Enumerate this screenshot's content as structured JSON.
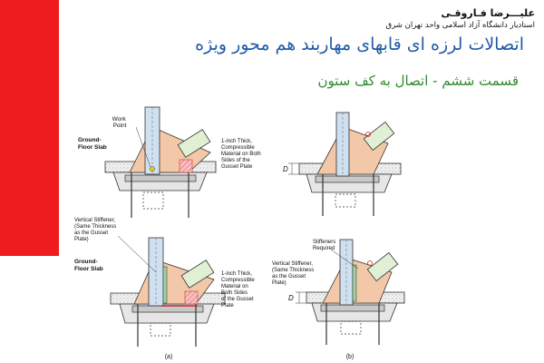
{
  "header": {
    "author_name": "علیـــرضا فـاروقـی",
    "affiliation": "استادیار دانشگاه آزاد اسلامی واحد تهران شرق"
  },
  "slide": {
    "title": "اتصالات لرزه ای قابهای مهاربند هم محور ویژه",
    "subtitle": "قسمت ششم - اتصال به کف ستون"
  },
  "figure": {
    "top_left": {
      "work_point": [
        "Work",
        "Point"
      ],
      "ground_floor_slab": [
        "Ground-",
        "Floor Slab"
      ],
      "compressible": [
        "1-inch Thick,",
        "Compressible",
        "Material on Both",
        "Sides of the",
        "Gusset Plate"
      ]
    },
    "top_right": {
      "dim": "D"
    },
    "bottom_left": {
      "stiffener": [
        "Vertical Stiffener,",
        "(Same Thickness",
        "as the Gusset",
        "Plate)"
      ],
      "ground_floor_slab": [
        "Ground-",
        "Floor Slab"
      ],
      "compressible": [
        "1-inch Thick,",
        "Compressible",
        "Material on",
        "Both Sides",
        "of the Gusset",
        "Plate"
      ]
    },
    "bottom_right": {
      "stiffeners_required": [
        "Stiffeners",
        "Required"
      ],
      "stiffener": [
        "Vertical Stiffener,",
        "(Same Thickness",
        "as the Gusset",
        "Plate)"
      ],
      "dim": "D"
    },
    "caption_a": "(a)",
    "caption_b": "(b)"
  }
}
